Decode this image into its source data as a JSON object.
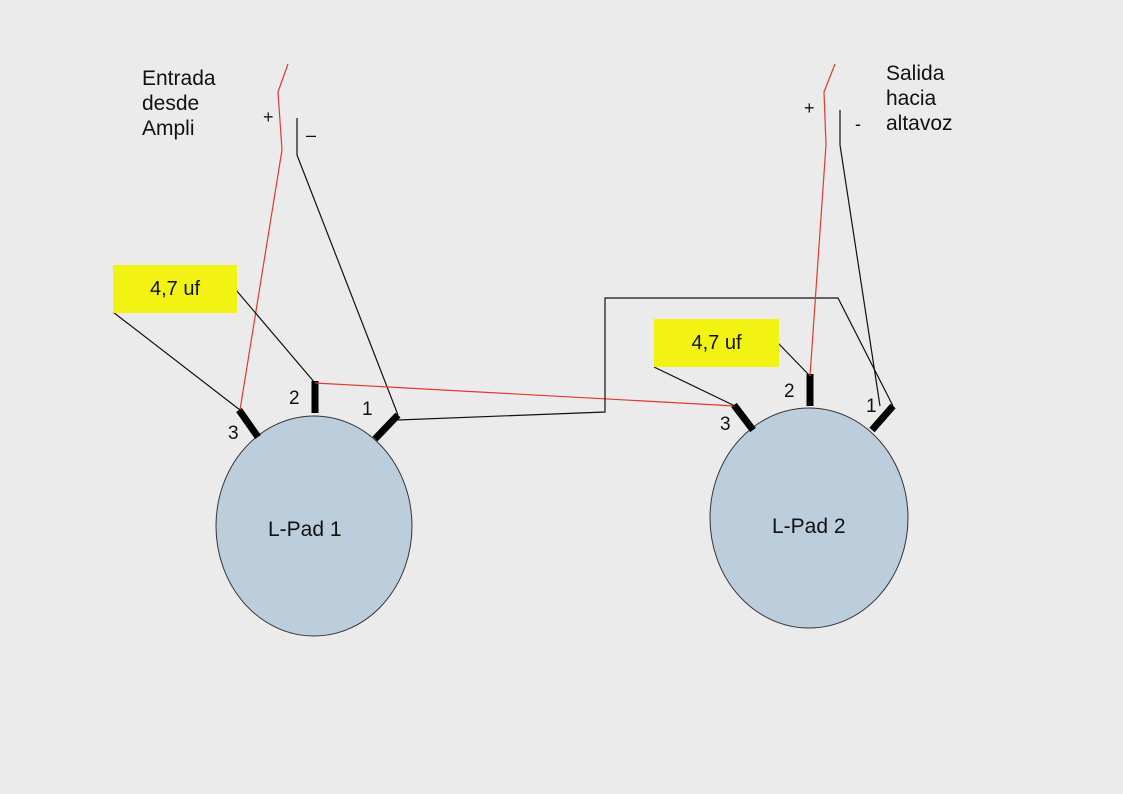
{
  "input_label": "Entrada\ndesde\nAmpli",
  "output_label": "Salida\nhacia\naltavoz",
  "input_plus": "+",
  "input_minus": "–",
  "output_plus": "+",
  "output_minus": "-",
  "capacitor_1": "4,7 uf",
  "capacitor_2": "4,7 uf",
  "lpad_1": {
    "name": "L-Pad 1",
    "pin_3": "3",
    "pin_2": "2",
    "pin_1": "1"
  },
  "lpad_2": {
    "name": "L-Pad 2",
    "pin_3": "3",
    "pin_2": "2",
    "pin_1": "1"
  },
  "colors": {
    "background": "#ebebeb",
    "lpad_fill": "#bccddc",
    "capacitor_fill": "#f2f213",
    "positive_wire": "#e03a2c",
    "negative_wire": "#111111"
  }
}
